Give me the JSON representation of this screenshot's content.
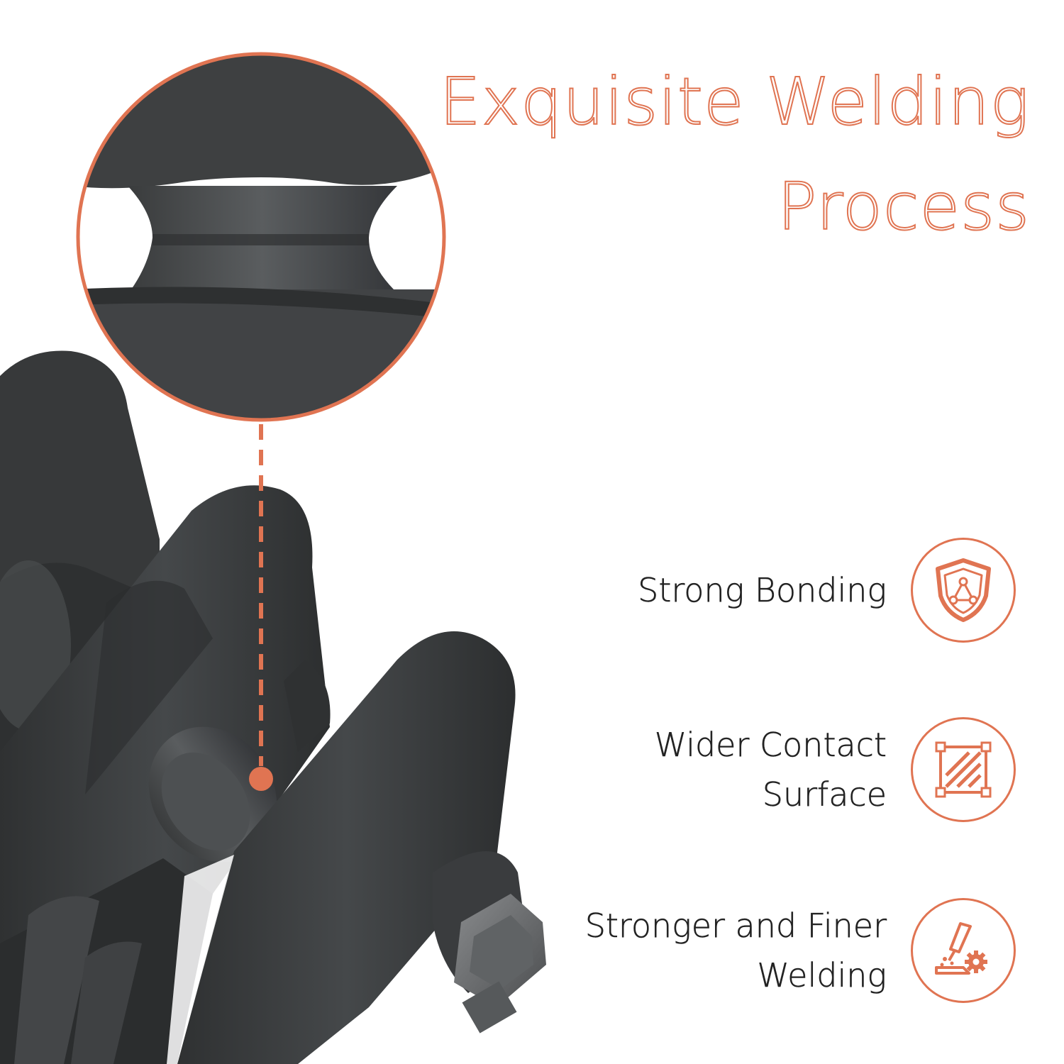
{
  "headline": {
    "line1": "Exquisite Welding",
    "line2": "Process"
  },
  "features": [
    {
      "line1": "Strong Bonding",
      "line2": "",
      "icon": "shield-network-icon"
    },
    {
      "line1": "Wider Contact",
      "line2": "Surface",
      "icon": "surface-area-icon"
    },
    {
      "line1": "Stronger and Finer",
      "line2": "Welding",
      "icon": "welding-gear-icon"
    }
  ],
  "colors": {
    "accent": "#E07452",
    "product": "#3b3d3e",
    "text": "#222222",
    "background": "#ffffff"
  }
}
